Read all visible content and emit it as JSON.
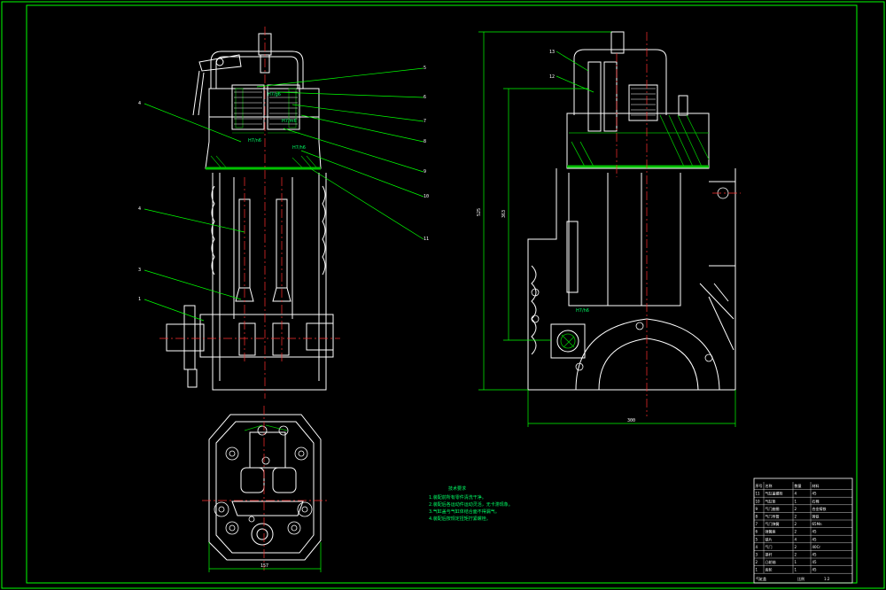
{
  "colors": {
    "background": "#000000",
    "frame": "#00ff00",
    "outline": "#ffffff",
    "section": "#00c000",
    "centerline": "#ff3030",
    "dimension": "#00ff00",
    "leader": "#00ff00",
    "spring": "#ffffff"
  },
  "balloons_left": [
    "4",
    "4",
    "3",
    "1"
  ],
  "balloons_right_stack": [
    "5",
    "6",
    "7",
    "8",
    "9",
    "10",
    "11"
  ],
  "balloons_side_view": [
    "13",
    "12"
  ],
  "dimensions": {
    "plan_width": "157",
    "side_width": "300",
    "side_height_outer": "525",
    "side_height_inner": "363"
  },
  "fit_notes": [
    "H7/g6",
    "H7/m6",
    "H7/h6",
    "H7/n6",
    "H7/h6"
  ],
  "technical_requirements": {
    "title": "技术要求",
    "lines": [
      "1.装配前所有零件清洗干净。",
      "2.装配后各运动件运动灵活，无卡滞现象。",
      "3.气缸盖与气缸体结合面不得漏气。",
      "4.装配后按规定扭矩拧紧螺栓。"
    ]
  },
  "title_block": {
    "rows": [
      [
        "11",
        "气缸盖螺栓",
        "4",
        "45"
      ],
      [
        "10",
        "气缸垫",
        "1",
        "石棉"
      ],
      [
        "9",
        "气门座圈",
        "2",
        "合金铸铁"
      ],
      [
        "8",
        "气门导管",
        "2",
        "铸铁"
      ],
      [
        "7",
        "气门弹簧",
        "2",
        "65Mn"
      ],
      [
        "6",
        "弹簧座",
        "2",
        "45"
      ],
      [
        "5",
        "锁片",
        "4",
        "45"
      ],
      [
        "4",
        "气门",
        "2",
        "40Cr"
      ],
      [
        "3",
        "挺杆",
        "2",
        "45"
      ],
      [
        "2",
        "凸轮轴",
        "1",
        "45"
      ],
      [
        "1",
        "齿轮",
        "1",
        "45"
      ]
    ],
    "header": [
      "序号",
      "名称",
      "数量",
      "材料"
    ],
    "footer": [
      "气缸盖",
      "比例",
      "1:2"
    ]
  }
}
